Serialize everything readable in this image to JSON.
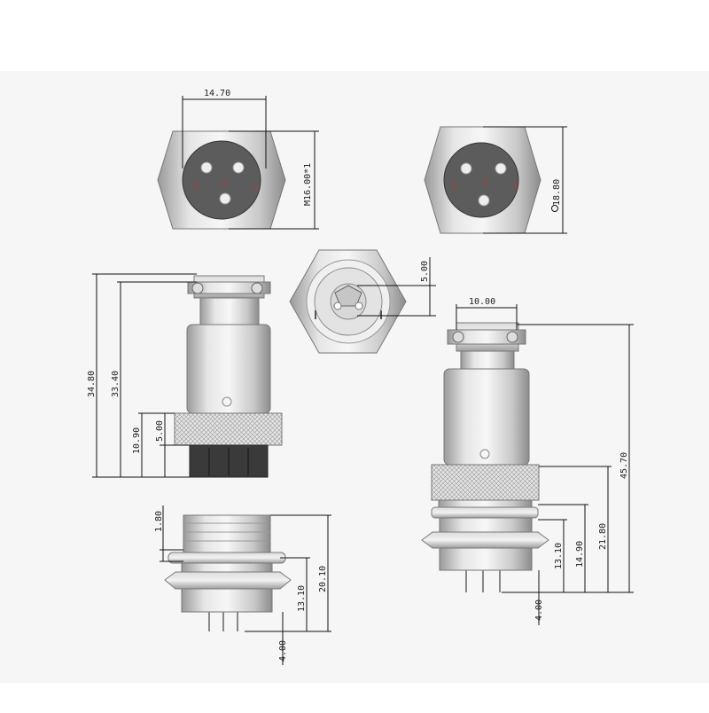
{
  "drawing": {
    "pin_labels": [
      "1",
      "2",
      "3"
    ],
    "top_left": {
      "width_dim": "14.70",
      "thread_dim": "M16.00*1"
    },
    "top_right": {
      "width_dim": "18.80"
    },
    "center_face": {
      "dim": "5.00"
    },
    "plug": {
      "dims": [
        "34.80",
        "33.40",
        "10.90",
        "5.00"
      ]
    },
    "socket": {
      "dims": [
        "1.80",
        "20.10",
        "13.10",
        "4.00"
      ]
    },
    "right_assembly": {
      "top_dim": "10.00",
      "dims": [
        "45.70",
        "21.80",
        "14.90",
        "13.10",
        "4.00"
      ]
    }
  }
}
